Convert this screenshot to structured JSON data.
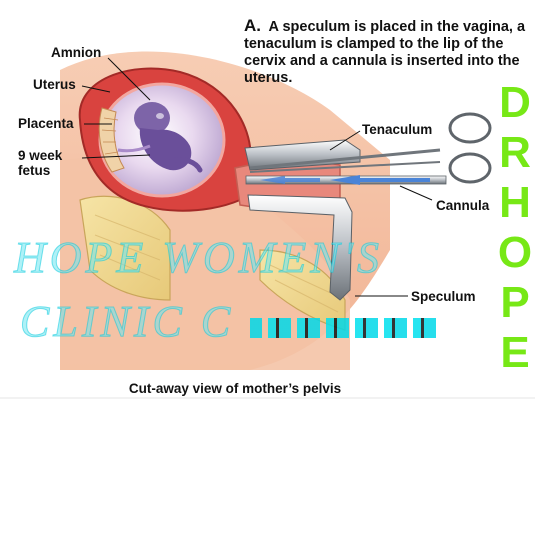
{
  "header": {
    "letter": "A.",
    "text": "A speculum is placed in the vagina, a tenaculum is clamped to the lip of the cervix and a cannula is inserted into the uterus."
  },
  "labels": {
    "amnion": "Amnion",
    "uterus": "Uterus",
    "placenta": "Placenta",
    "fetus": "9 week fetus",
    "tenaculum": "Tenaculum",
    "cannula": "Cannula",
    "speculum": "Speculum"
  },
  "footer": {
    "caption": "Cut-away view of mother’s pelvis"
  },
  "watermark": {
    "line1": "HOPE WOMEN'S",
    "line2": "CLINIC C"
  },
  "vertical_letters": [
    "D",
    "R",
    "H",
    "O",
    "P",
    "E"
  ],
  "colors": {
    "uterus": "#d9433f",
    "tissue": "#f2b69a",
    "bone": "#f3dc93",
    "amniotic": "#6a4f9a",
    "accent_green": "#77e816",
    "watermark": "#6ee6f0",
    "arrow_blue": "#4a84d8"
  }
}
